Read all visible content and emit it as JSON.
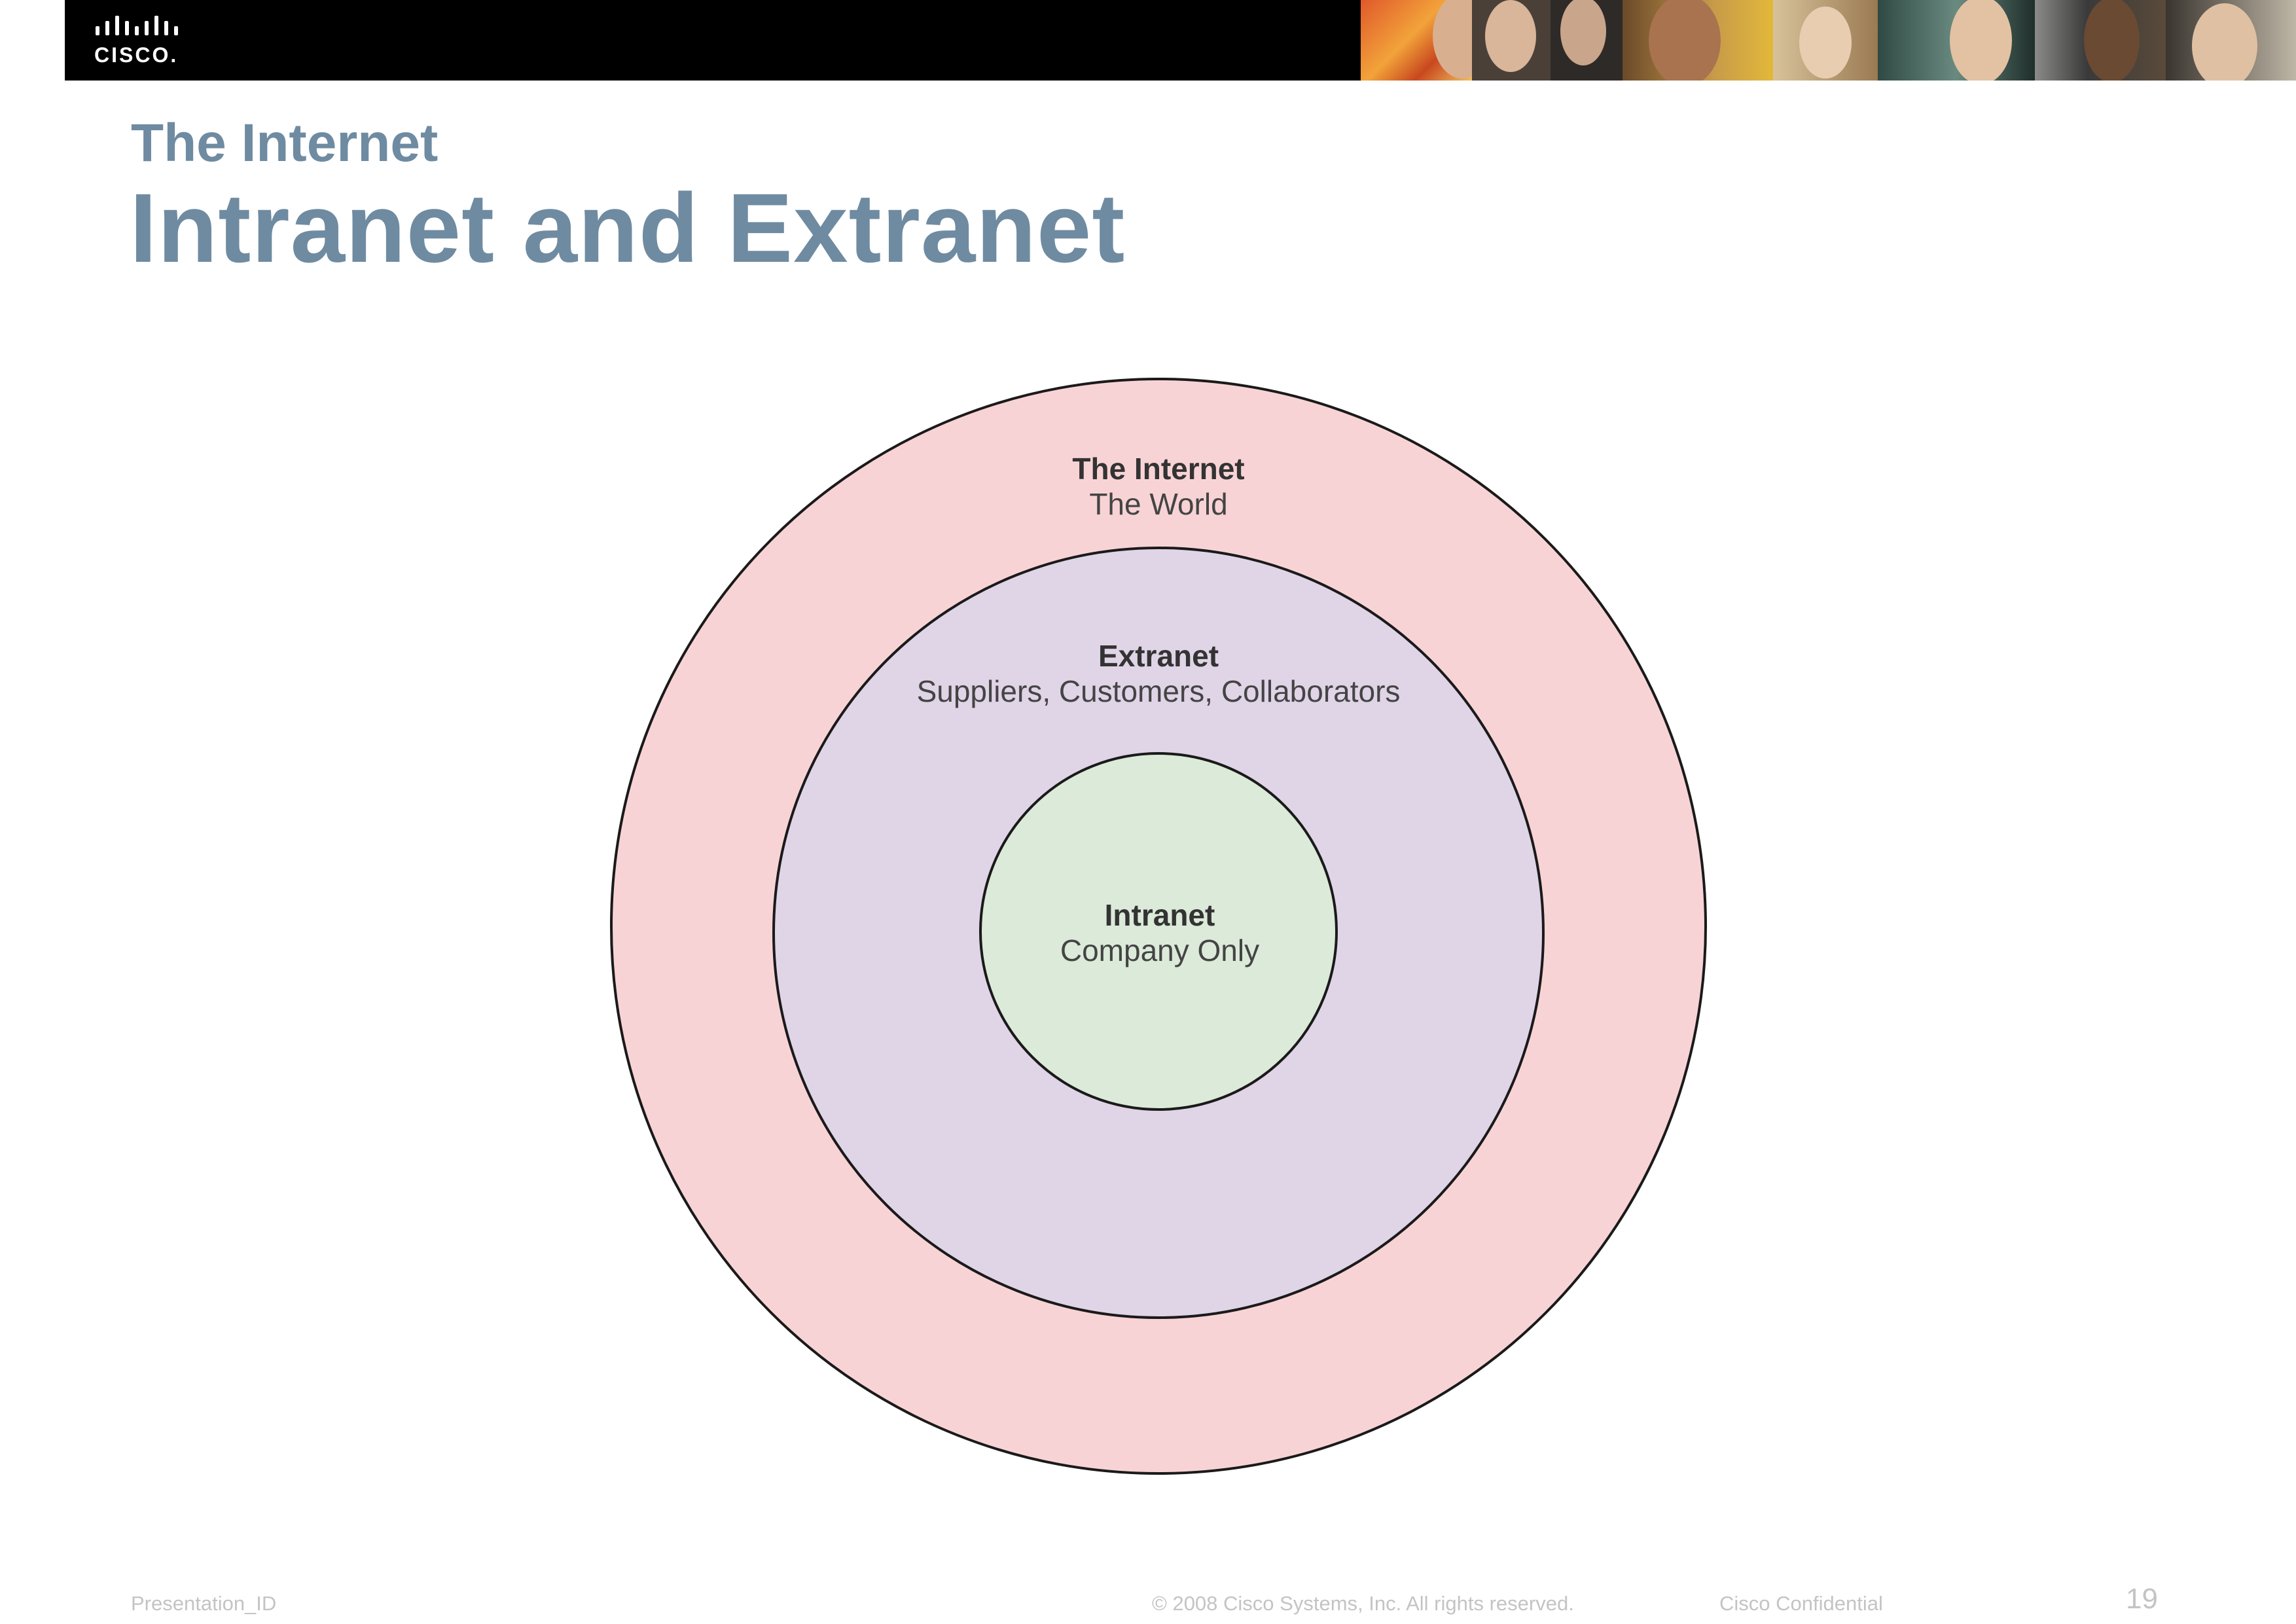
{
  "header": {
    "logo_text": "CISCO."
  },
  "slide": {
    "kicker": "The Internet",
    "title": "Intranet and Extranet"
  },
  "diagram": {
    "rings": [
      {
        "title": "The Internet",
        "subtitle": "The World",
        "color": "#f8d3d5"
      },
      {
        "title": "Extranet",
        "subtitle": "Suppliers, Customers, Collaborators",
        "color": "#e0d4e7"
      },
      {
        "title": "Intranet",
        "subtitle": "Company Only",
        "color": "#dcead9"
      }
    ]
  },
  "footer": {
    "presentation_id": "Presentation_ID",
    "copyright": "© 2008 Cisco Systems, Inc. All rights reserved.",
    "confidential": "Cisco Confidential",
    "page_number": "19"
  }
}
